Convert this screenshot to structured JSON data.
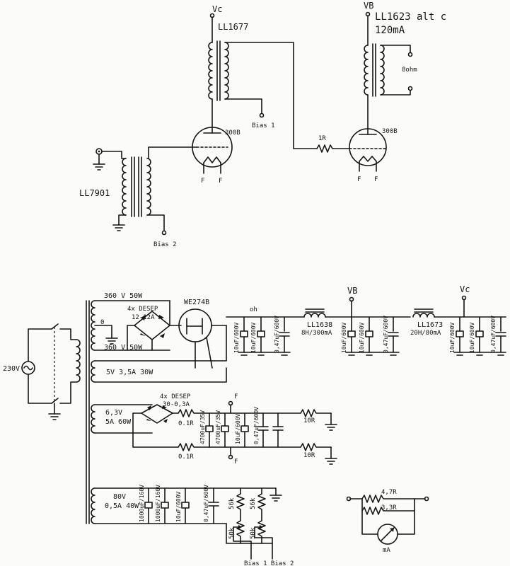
{
  "labels": {
    "vc_top": "Vc",
    "vb_top": "VB",
    "ll1677": "LL1677",
    "ll1623": "LL1623 alt c",
    "ma120": "120mA",
    "ohm8": "8ohm",
    "bias1": "Bias 1",
    "tube1": "300B",
    "tube2": "300B",
    "r1r": "1R",
    "f1a": "F",
    "f1b": "F",
    "f2a": "F",
    "f2b": "F",
    "ll7901": "LL7901",
    "bias2": "Bias 2",
    "hv_winding": "360 V  50W",
    "desep1a": "4x DESEP",
    "desep1b": "12-12A",
    "we274b": "WE274B",
    "zero": "0",
    "hv_winding2": "360 V  50W",
    "oh": "oh",
    "ll1638": "LL1638",
    "ll1638b": "8H/300mA",
    "vb_mid": "VB",
    "ll1673": "LL1673",
    "ll1673b": "20H/80mA",
    "vc_mid": "Vc",
    "c_ps_1": "10uF/600V",
    "c_ps_2": "10uF/600V",
    "c_ps_3": "0,47uF/600V",
    "c_ps_4": "10uF/600V",
    "c_ps_5": "10uF/600V",
    "c_ps_6": "0,47uF/600V",
    "c_ps_7": "10uF/600V",
    "c_ps_8": "10uF/600V",
    "c_ps_9": "0,47uF/600V",
    "mains": "230V",
    "w5v": "5V  3,5A   30W",
    "desep2a": "4x DESEP",
    "desep2b": "30-0,3A",
    "w63a": "6,3V",
    "w63b": "5A  60W",
    "r01a": "0.1R",
    "r01b": "0.1R",
    "f_top": "F",
    "f_bot": "F",
    "c_fil_1": "4700uF/35V",
    "c_fil_2": "4700uF/35V",
    "c_fil_3": "10uF/600V",
    "c_fil_4": "0,47uF/600V",
    "r10a": "10R",
    "r10b": "10R",
    "w80a": "80V",
    "w80b": "0,5A  40W",
    "c_b_1": "1000uF/160V",
    "c_b_2": "1000uF/160V",
    "c_b_3": "10uF/600V",
    "c_b_4": "0,47uF/600V",
    "r56a": "56k",
    "r56b": "56k",
    "p50a": "50k",
    "p50b": "50k",
    "biasout": "Bias 1 Bias 2",
    "r47": "4,7R",
    "r33": "3,3R",
    "ma": "mA"
  }
}
